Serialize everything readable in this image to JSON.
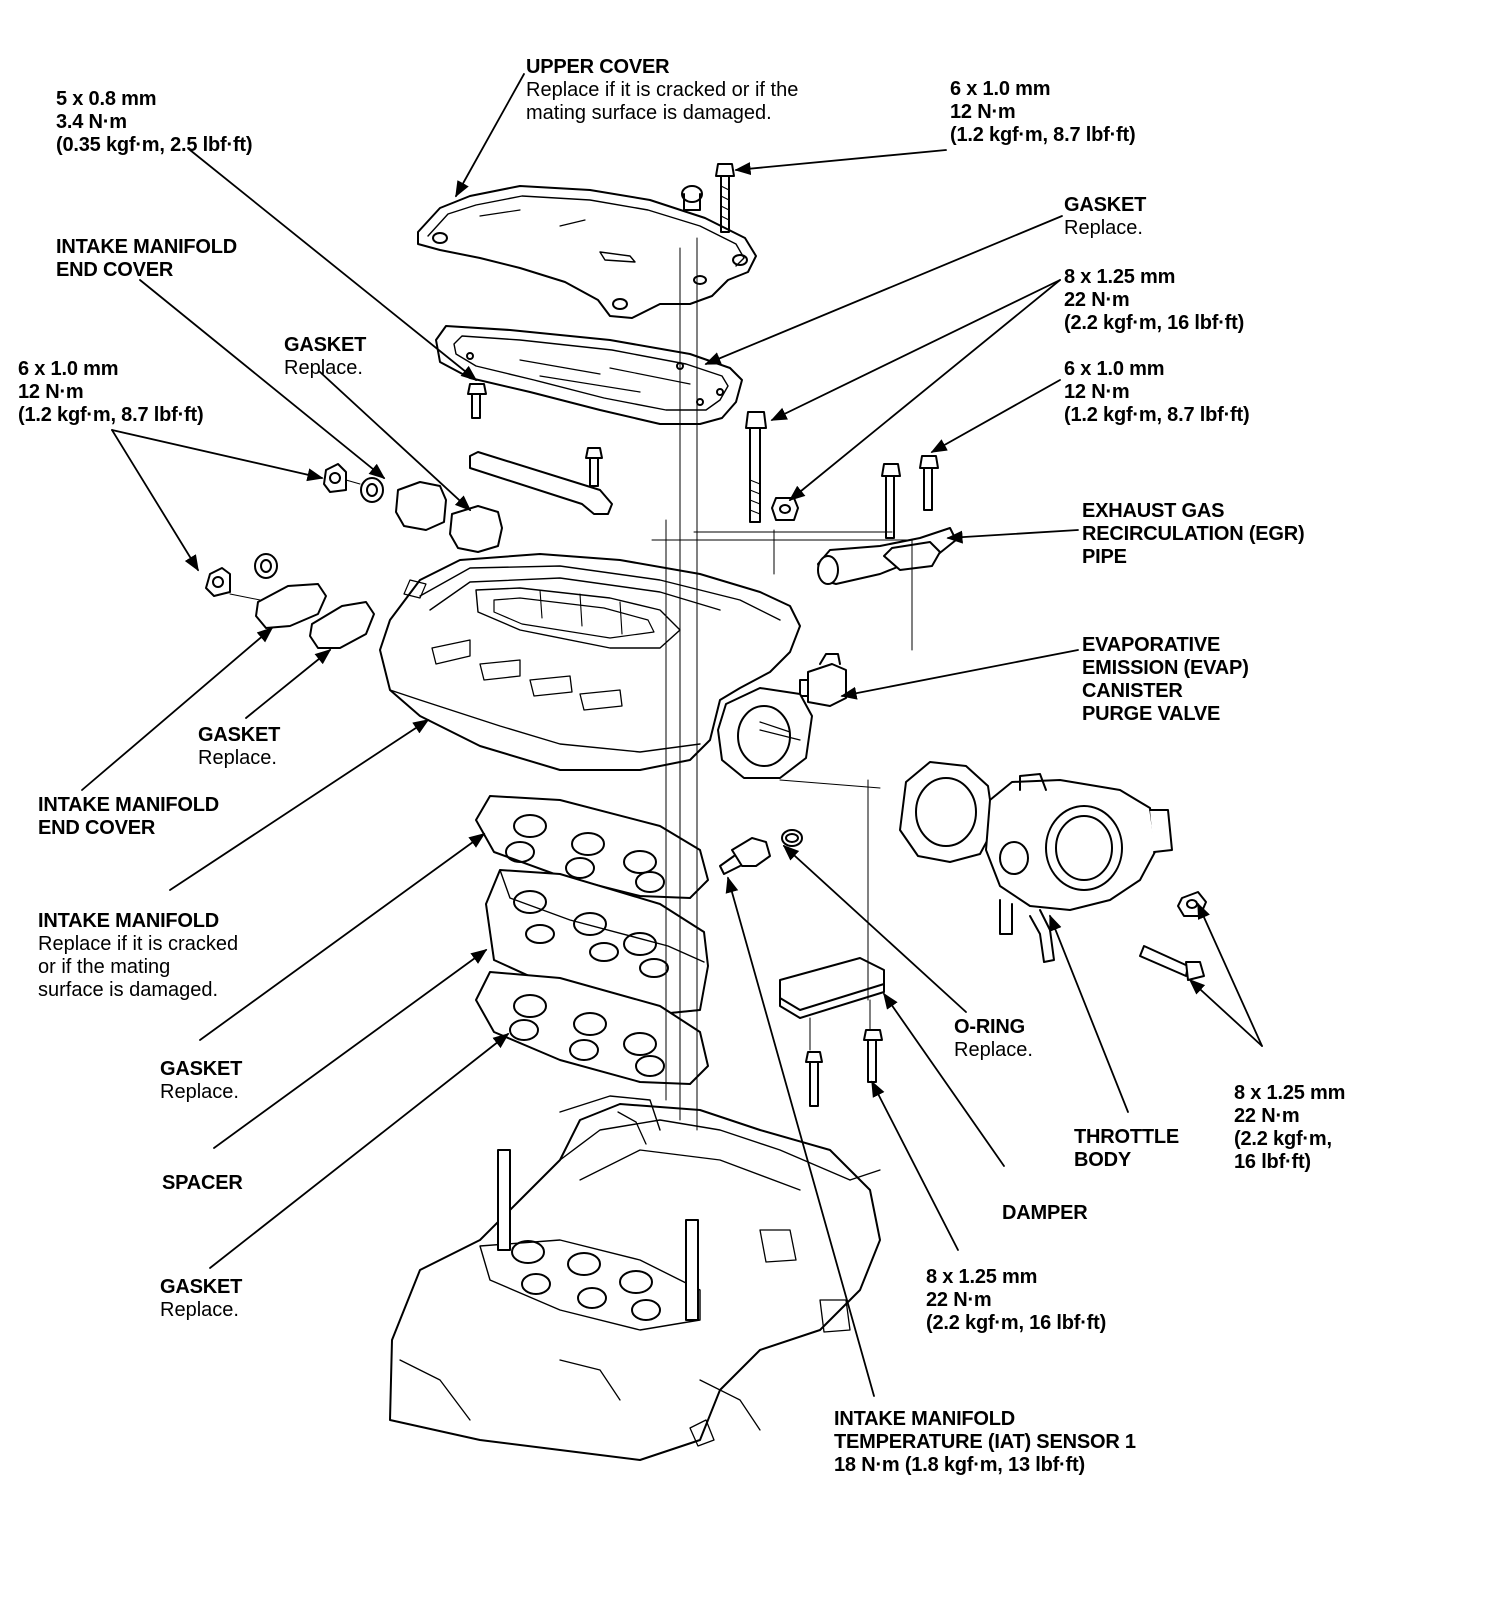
{
  "diagram": {
    "callouts": {
      "upper_cover": {
        "title": "UPPER COVER",
        "note_1": "Replace if it is cracked or if the",
        "note_2": "mating surface is damaged."
      },
      "bolt_top_left": {
        "size": "5 x 0.8 mm",
        "torque": "3.4 N·m",
        "torque_alt": "(0.35 kgf·m, 2.5 lbf·ft)"
      },
      "bolt_top_right": {
        "size": "6 x 1.0 mm",
        "torque": "12 N·m",
        "torque_alt": "(1.2 kgf·m, 8.7 lbf·ft)"
      },
      "gasket_upper": {
        "title": "GASKET",
        "note": "Replace."
      },
      "bolt_mid_right_a": {
        "size": "8 x 1.25 mm",
        "torque": "22 N·m",
        "torque_alt": "(2.2 kgf·m, 16 lbf·ft)"
      },
      "bolt_mid_right_b": {
        "size": "6 x 1.0 mm",
        "torque": "12 N·m",
        "torque_alt": "(1.2 kgf·m, 8.7 lbf·ft)"
      },
      "end_cover_top": {
        "title_1": "INTAKE MANIFOLD",
        "title_2": "END COVER"
      },
      "gasket_end_top": {
        "title": "GASKET",
        "note": "Replace."
      },
      "bolt_left": {
        "size": "6 x 1.0 mm",
        "torque": "12 N·m",
        "torque_alt": "(1.2 kgf·m, 8.7 lbf·ft)"
      },
      "egr_pipe": {
        "line_1": "EXHAUST GAS",
        "line_2": "RECIRCULATION (EGR)",
        "line_3": "PIPE"
      },
      "evap_valve": {
        "line_1": "EVAPORATIVE",
        "line_2": "EMISSION (EVAP)",
        "line_3": "CANISTER",
        "line_4": "PURGE VALVE"
      },
      "gasket_end_bottom": {
        "title": "GASKET",
        "note": "Replace."
      },
      "end_cover_bottom": {
        "title_1": "INTAKE MANIFOLD",
        "title_2": "END COVER"
      },
      "intake_manifold": {
        "title": "INTAKE MANIFOLD",
        "note_1": "Replace if it is cracked",
        "note_2": "or if the mating",
        "note_3": "surface is damaged."
      },
      "gasket_lower_1": {
        "title": "GASKET",
        "note": "Replace."
      },
      "spacer": {
        "title": "SPACER"
      },
      "gasket_lower_2": {
        "title": "GASKET",
        "note": "Replace."
      },
      "o_ring": {
        "title": "O-RING",
        "note": "Replace."
      },
      "throttle_body": {
        "line_1": "THROTTLE",
        "line_2": "BODY"
      },
      "bolt_throttle": {
        "size": "8 x 1.25 mm",
        "torque": "22 N·m",
        "torque_alt_1": "(2.2 kgf·m,",
        "torque_alt_2": "16 lbf·ft)"
      },
      "damper": {
        "title": "DAMPER"
      },
      "bolt_damper": {
        "size": "8 x 1.25 mm",
        "torque": "22 N·m",
        "torque_alt": "(2.2 kgf·m, 16 lbf·ft)"
      },
      "iat_sensor": {
        "line_1": "INTAKE MANIFOLD",
        "line_2": "TEMPERATURE (IAT) SENSOR 1",
        "torque": "18 N·m (1.8 kgf·m, 13 lbf·ft)"
      }
    }
  }
}
